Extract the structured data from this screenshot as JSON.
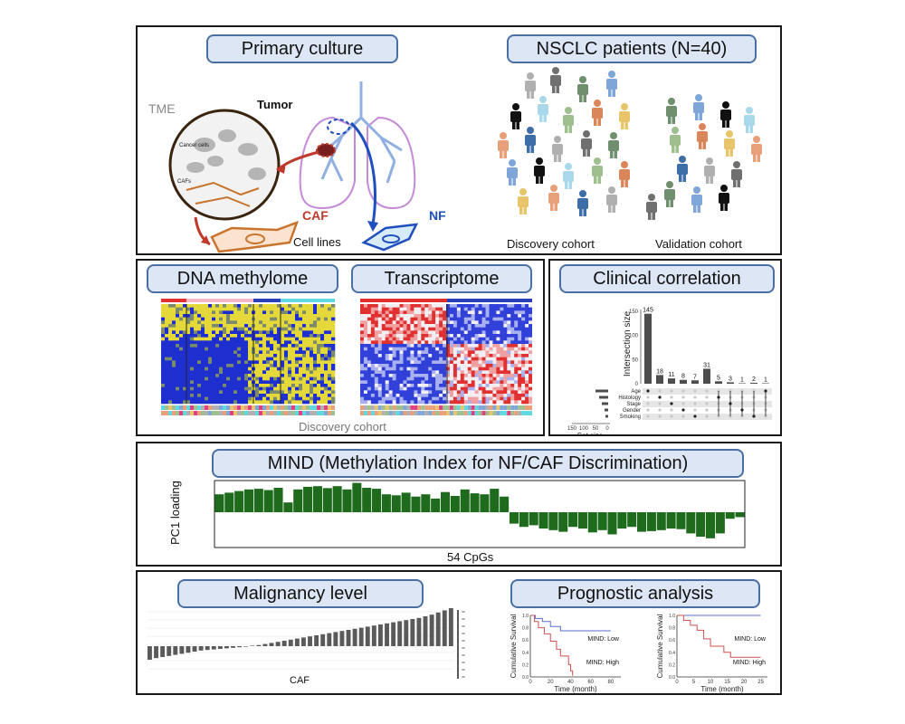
{
  "panel1": {
    "primary_culture_title": "Primary culture",
    "tme_label": "TME",
    "tumor_label": "Tumor",
    "cancer_cells_label": "Cancer cells",
    "cafs_label": "CAFs",
    "caf_label": "CAF",
    "nf_label": "NF",
    "cell_lines_label": "Cell lines",
    "patients_title": "NSCLC patients (N=40)",
    "discovery_label": "Discovery cohort",
    "validation_label": "Validation cohort"
  },
  "panel2": {
    "methylome_title": "DNA methylome",
    "transcriptome_title": "Transcriptome",
    "discovery_label": "Discovery cohort"
  },
  "panel3": {
    "title": "Clinical correlation",
    "y_axis_label": "Intersection size",
    "set_size_label": "Set size",
    "set_size_ticks": [
      "150",
      "100",
      "50",
      "0"
    ],
    "y_ticks": [
      "150",
      "100",
      "50",
      "0"
    ],
    "sets": [
      "Age",
      "Histology",
      "Stage",
      "Gender",
      "Smoking"
    ],
    "bars": [
      145,
      18,
      11,
      8,
      7,
      31,
      5,
      3,
      1,
      2,
      1
    ],
    "bar_labels": [
      "145",
      "18",
      "11",
      "8",
      "7",
      "31",
      "5",
      "3",
      "1",
      "2",
      "1"
    ]
  },
  "panel4": {
    "title": "MIND (Methylation Index for NF/CAF Discrimination)",
    "y_label": "PC1 loading",
    "x_label": "54 CpGs",
    "loadings": [
      0.55,
      0.6,
      0.65,
      0.7,
      0.72,
      0.68,
      0.75,
      0.3,
      0.7,
      0.78,
      0.8,
      0.74,
      0.8,
      0.7,
      0.9,
      0.75,
      0.72,
      0.55,
      0.52,
      0.6,
      0.48,
      0.55,
      0.42,
      0.62,
      0.5,
      0.7,
      0.58,
      0.55,
      0.72,
      0.48,
      -0.35,
      -0.45,
      -0.4,
      -0.5,
      -0.55,
      -0.6,
      -0.45,
      -0.5,
      -0.62,
      -0.55,
      -0.68,
      -0.5,
      -0.45,
      -0.6,
      -0.58,
      -0.55,
      -0.5,
      -0.52,
      -0.65,
      -0.75,
      -0.8,
      -0.65,
      -0.2,
      -0.15
    ]
  },
  "panel5": {
    "malignancy_title": "Malignancy level",
    "caf_label": "CAF",
    "prognostic_title": "Prognostic analysis",
    "km_y_label": "Cumulative Survival",
    "km_x_label": "Time (month)",
    "km_low_label": "MIND: Low",
    "km_high_label": "MIND: High",
    "km_left_xticks": [
      "0",
      "20",
      "40",
      "60",
      "80"
    ],
    "km_right_xticks": [
      "0",
      "5",
      "10",
      "15",
      "20",
      "25"
    ],
    "km_yticks": [
      "1.0",
      "0.8",
      "0.6",
      "0.4",
      "0.2",
      "0.0"
    ],
    "malignancy_values": [
      -0.25,
      -0.22,
      -0.2,
      -0.18,
      -0.16,
      -0.14,
      -0.12,
      -0.1,
      -0.08,
      -0.07,
      -0.06,
      -0.05,
      -0.04,
      -0.03,
      -0.02,
      -0.01,
      0.01,
      0.02,
      0.04,
      0.06,
      0.08,
      0.1,
      0.12,
      0.14,
      0.16,
      0.18,
      0.2,
      0.22,
      0.24,
      0.26,
      0.28,
      0.3,
      0.32,
      0.34,
      0.36,
      0.38,
      0.4,
      0.42,
      0.44,
      0.46,
      0.48,
      0.5,
      0.52,
      0.55,
      0.58,
      0.62,
      0.66,
      0.7
    ]
  },
  "colors": {
    "pill_fill": "#dce6f4",
    "pill_border": "#4a6fa5",
    "bar_green": "#1e6b1e",
    "caf_red": "#c0392b",
    "nf_blue": "#1f4fbf",
    "lung_purple": "#c58ad8"
  }
}
